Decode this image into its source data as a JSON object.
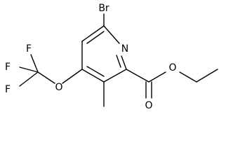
{
  "molecule": {
    "atoms": {
      "br": "Br",
      "n": "N",
      "f1": "F",
      "f2": "F",
      "f3": "F",
      "o_ether": "O",
      "o_carbonyl": "O",
      "o_ester": "O"
    }
  }
}
